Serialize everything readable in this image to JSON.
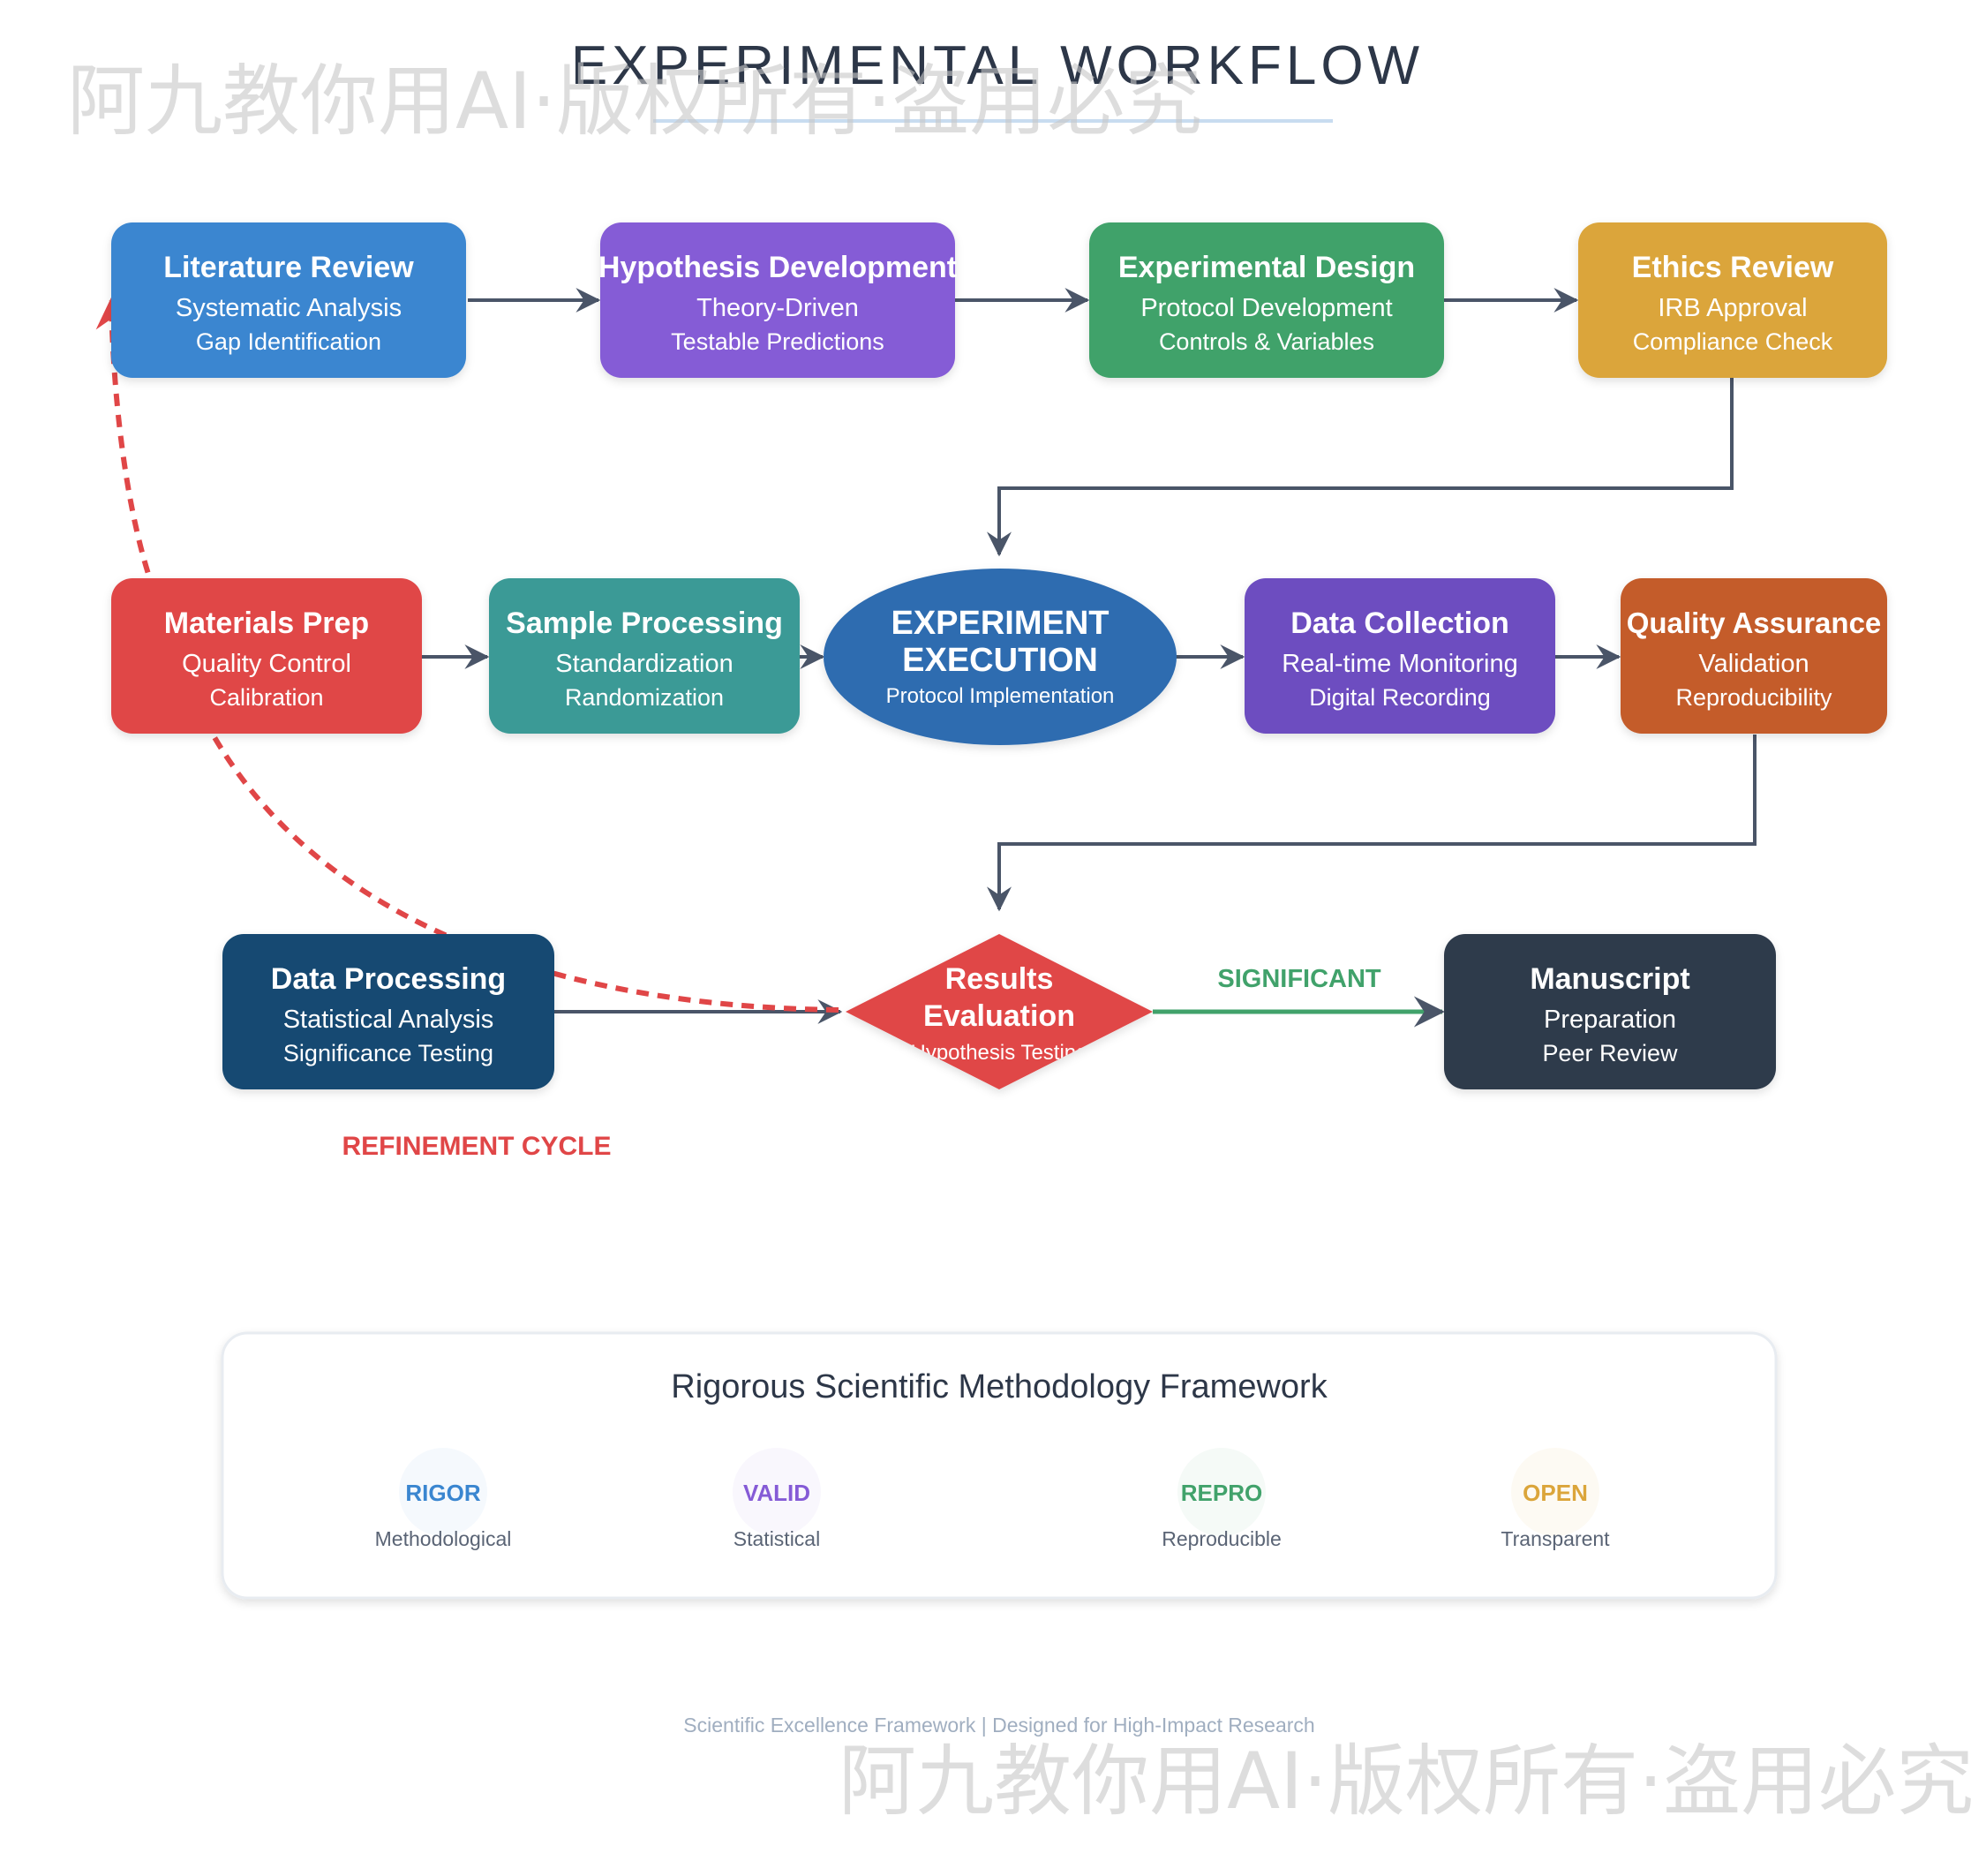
{
  "title": "EXPERIMENTAL WORKFLOW",
  "watermark": "阿九教你用AI·版权所有·盗用必究",
  "nodes": {
    "lit": {
      "title": "Literature Review",
      "l1": "Systematic Analysis",
      "l2": "Gap Identification",
      "color": "#3a86d0"
    },
    "hyp": {
      "title": "Hypothesis Development",
      "l1": "Theory-Driven",
      "l2": "Testable Predictions",
      "color": "#855bd6"
    },
    "design": {
      "title": "Experimental Design",
      "l1": "Protocol Development",
      "l2": "Controls & Variables",
      "color": "#41a26b"
    },
    "ethics": {
      "title": "Ethics Review",
      "l1": "IRB Approval",
      "l2": "Compliance Check",
      "color": "#dba53a"
    },
    "materials": {
      "title": "Materials Prep",
      "l1": "Quality Control",
      "l2": "Calibration",
      "color": "#e04647"
    },
    "sample": {
      "title": "Sample Processing",
      "l1": "Standardization",
      "l2": "Randomization",
      "color": "#3a9a96"
    },
    "exec": {
      "title1": "EXPERIMENT",
      "title2": "EXECUTION",
      "l1": "Protocol Implementation",
      "color": "#2f6cb0"
    },
    "datacol": {
      "title": "Data Collection",
      "l1": "Real-time Monitoring",
      "l2": "Digital Recording",
      "color": "#6d4ec0"
    },
    "qa": {
      "title": "Quality Assurance",
      "l1": "Validation",
      "l2": "Reproducibility",
      "color": "#c45b2a"
    },
    "dataproc": {
      "title": "Data Processing",
      "l1": "Statistical Analysis",
      "l2": "Significance Testing",
      "color": "#154a72"
    },
    "results": {
      "title1": "Results",
      "title2": "Evaluation",
      "l1": "Hypothesis Testing",
      "color": "#e04647"
    },
    "manuscript": {
      "title": "Manuscript",
      "l1": "Preparation",
      "l2": "Peer Review",
      "color": "#2f3a4c"
    }
  },
  "labels": {
    "significant": "SIGNIFICANT",
    "refinement": "REFINEMENT CYCLE"
  },
  "framework": {
    "title": "Rigorous Scientific Methodology Framework",
    "items": [
      {
        "label": "RIGOR",
        "sub": "Methodological",
        "color": "#3a86d0"
      },
      {
        "label": "VALID",
        "sub": "Statistical",
        "color": "#855bd6"
      },
      {
        "label": "REPRO",
        "sub": "Reproducible",
        "color": "#41a26b"
      },
      {
        "label": "OPEN",
        "sub": "Transparent",
        "color": "#dba53a"
      }
    ]
  },
  "footer": "Scientific Excellence Framework | Designed for High-Impact Research",
  "colors": {
    "arrow": "#4a5568",
    "refinement": "#e04647",
    "significant": "#41a26b"
  }
}
